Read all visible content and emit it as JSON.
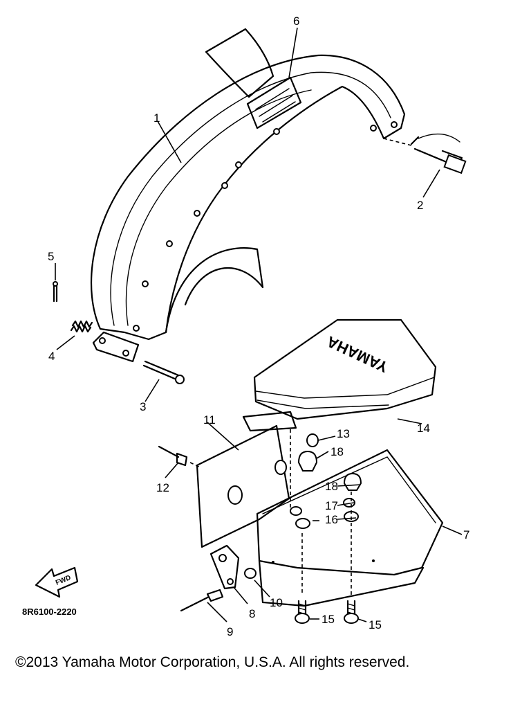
{
  "callouts": [
    {
      "id": "1",
      "label": "1"
    },
    {
      "id": "2",
      "label": "2"
    },
    {
      "id": "3",
      "label": "3"
    },
    {
      "id": "4",
      "label": "4"
    },
    {
      "id": "5",
      "label": "5"
    },
    {
      "id": "6",
      "label": "6"
    },
    {
      "id": "7",
      "label": "7"
    },
    {
      "id": "8",
      "label": "8"
    },
    {
      "id": "9",
      "label": "9"
    },
    {
      "id": "10",
      "label": "10"
    },
    {
      "id": "11",
      "label": "11"
    },
    {
      "id": "12",
      "label": "12"
    },
    {
      "id": "13",
      "label": "13"
    },
    {
      "id": "14",
      "label": "14"
    },
    {
      "id": "15a",
      "label": "15"
    },
    {
      "id": "15b",
      "label": "15"
    },
    {
      "id": "16",
      "label": "16"
    },
    {
      "id": "17",
      "label": "17"
    },
    {
      "id": "18a",
      "label": "18"
    },
    {
      "id": "18b",
      "label": "18"
    }
  ],
  "diagram_code": "8R6100-2220",
  "brand_mark": "YAMAHA",
  "fwd_label": "FWD",
  "copyright": "©2013 Yamaha Motor Corporation, U.S.A. All rights reserved."
}
